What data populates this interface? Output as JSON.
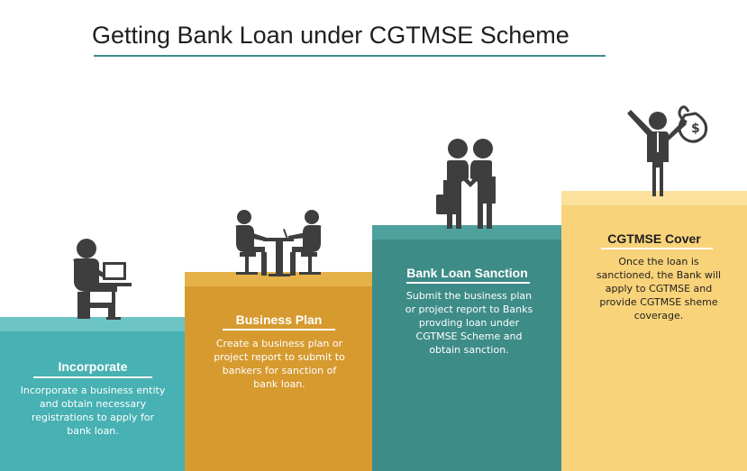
{
  "title": "Getting Bank Loan under CGTMSE Scheme",
  "colors": {
    "step1": "#47b1b3",
    "step2": "#d69a2f",
    "step3": "#3d8c88",
    "step4": "#f9d37a",
    "icon": "#3e3e3e",
    "title_rule": "#3d8c8a"
  },
  "steps": [
    {
      "title": "Incorporate",
      "description": "Incorporate a business entity and obtain necessary registrations to apply for bank loan.",
      "icon": "person-at-computer-icon"
    },
    {
      "title": "Business Plan",
      "description": "Create a business plan or project report to submit to bankers for sanction of bank loan.",
      "icon": "meeting-icon"
    },
    {
      "title": "Bank Loan Sanction",
      "description": "Submit the business plan or project report to Banks provding loan under CGTMSE Scheme and obtain sanction.",
      "icon": "handshake-icon"
    },
    {
      "title": "CGTMSE Cover",
      "description": "Once the loan is sanctioned, the Bank will apply to CGTMSE and provide CGTMSE sheme coverage.",
      "icon": "money-bag-celebration-icon"
    }
  ]
}
